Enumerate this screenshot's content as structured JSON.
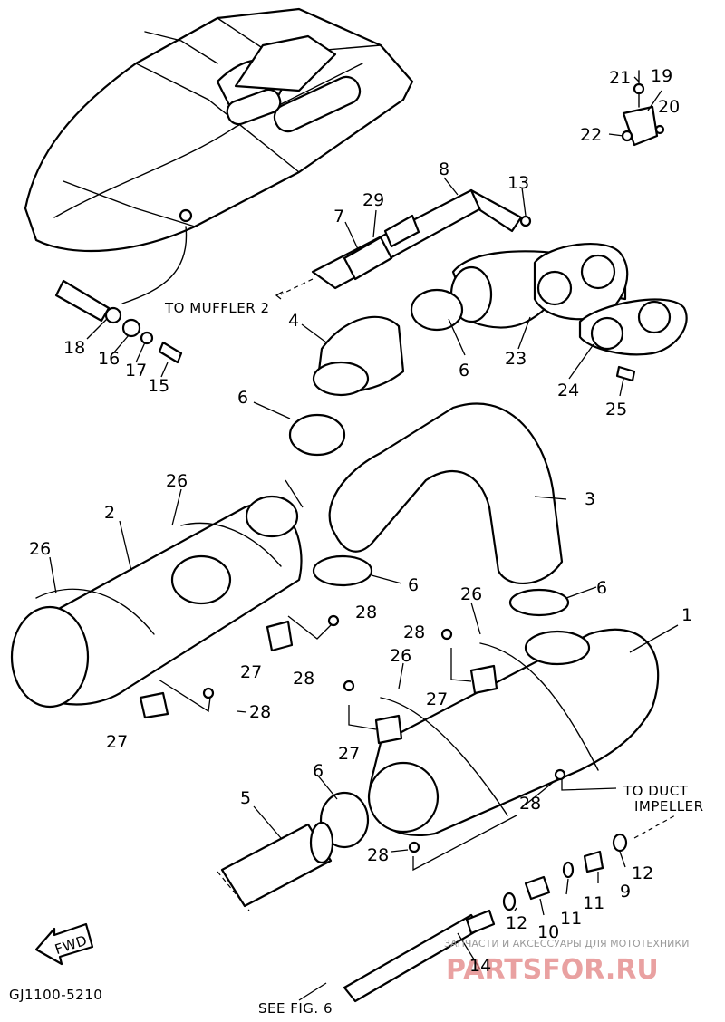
{
  "callouts": {
    "c1": "1",
    "c2": "2",
    "c3": "3",
    "c4": "4",
    "c5": "5",
    "c6a": "6",
    "c6b": "6",
    "c6c": "6",
    "c6d": "6",
    "c6e": "6",
    "c7": "7",
    "c8": "8",
    "c9": "9",
    "c10": "10",
    "c11a": "11",
    "c11b": "11",
    "c12a": "12",
    "c12b": "12",
    "c13": "13",
    "c14": "14",
    "c15": "15",
    "c16": "16",
    "c17": "17",
    "c18": "18",
    "c19": "19",
    "c20": "20",
    "c21": "21",
    "c22": "22",
    "c23": "23",
    "c24": "24",
    "c25": "25",
    "c26a": "26",
    "c26b": "26",
    "c26c": "26",
    "c26d": "26",
    "c27a": "27",
    "c27b": "27",
    "c27c": "27",
    "c27d": "27",
    "c28a": "28",
    "c28b": "28",
    "c28c": "28",
    "c28d": "28",
    "c28e": "28",
    "c28f": "28",
    "c29": "29"
  },
  "notes": {
    "to_muffler": "TO MUFFLER 2",
    "to_duct_line1": "TO DUCT",
    "to_duct_line2": "IMPELLER",
    "see_fig": "SEE FIG. 6",
    "fwd": "FWD",
    "diagram_code": "GJ1100-5210"
  },
  "watermark": {
    "caption": "ЗАПЧАСТИ И АКСЕССУАРЫ ДЛЯ МОТОТЕХНИКИ",
    "brand": "PARTSFOR.RU",
    "color": "#e07a7a"
  }
}
